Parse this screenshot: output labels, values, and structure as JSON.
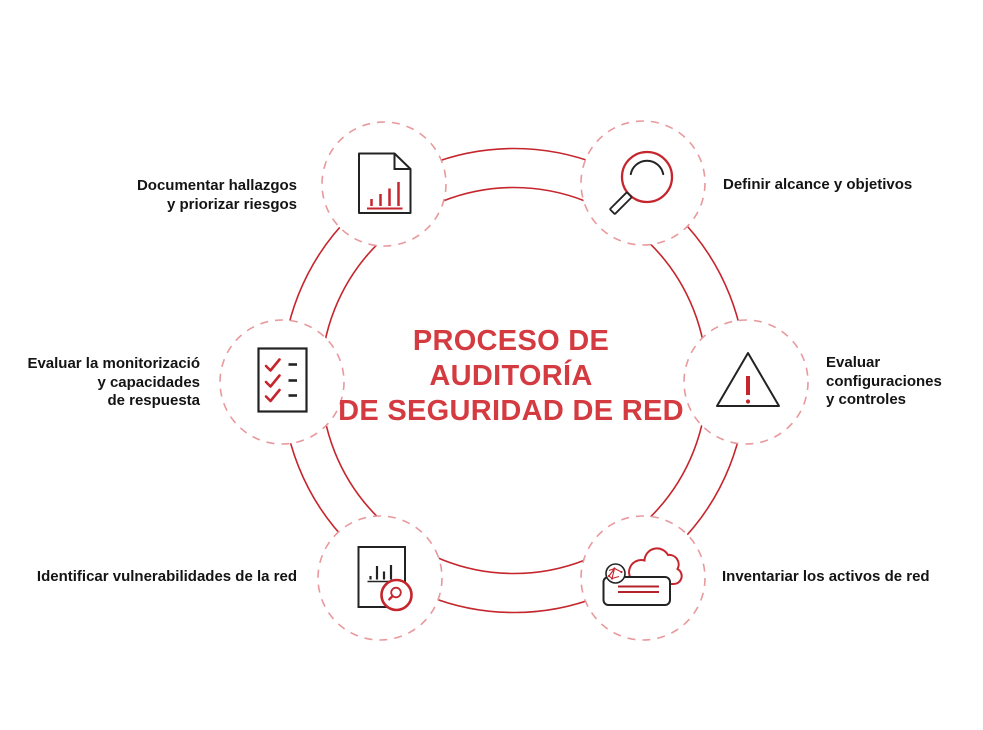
{
  "title": {
    "text": "PROCESO DE\nAUDITORÍA\nDE SEGURIDAD DE RED"
  },
  "steps": [
    {
      "label": "Definir alcance y objetivos",
      "icon": "magnifier-icon",
      "position": "top-right"
    },
    {
      "label": "Evaluar\nconfiguraciones\ny controles",
      "icon": "warning-triangle-icon",
      "position": "right"
    },
    {
      "label": "Inventariar los activos de red",
      "icon": "cloud-network-icon",
      "position": "bottom-right"
    },
    {
      "label": "Identificar vulnerabilidades de la red",
      "icon": "document-magnifier-icon",
      "position": "bottom-left"
    },
    {
      "label": "Evaluar la monitorizació\ny capacidades\nde respuesta",
      "icon": "checklist-icon",
      "position": "left"
    },
    {
      "label": "Documentar hallazgos\ny priorizar riesgos",
      "icon": "document-chart-icon",
      "position": "top-left"
    }
  ],
  "colors": {
    "background": "#ffffff",
    "ring_red": "#c5262d",
    "node_border_pink": "#e8999d",
    "title_red": "#d43b41",
    "icon_black": "#232323",
    "accent_red": "#c5262d",
    "label_text": "#141414"
  }
}
